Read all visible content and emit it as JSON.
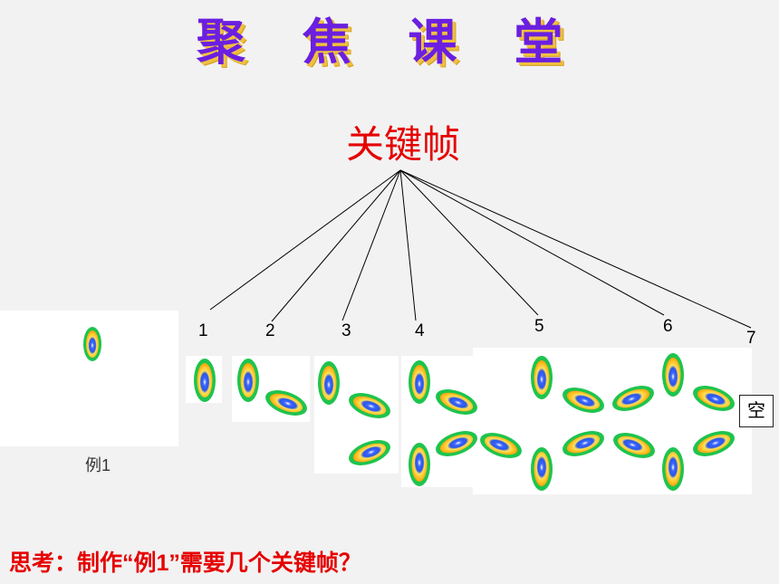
{
  "title": "聚 焦 课 堂",
  "heading": "关键帧",
  "frame_numbers": [
    "1",
    "2",
    "3",
    "4",
    "5",
    "6",
    "7"
  ],
  "example_caption": "例1",
  "empty_frame_label": "空",
  "question": "思考：制作“例1”需要几个关键帧？",
  "colors": {
    "title": "#6b1fe0",
    "title_shadow": "#f0c040",
    "heading": "#e60000",
    "question": "#e60000",
    "feather_outer": "#1ec44e",
    "feather_middle": "#ffb400",
    "feather_inner": "#2a55e8"
  }
}
